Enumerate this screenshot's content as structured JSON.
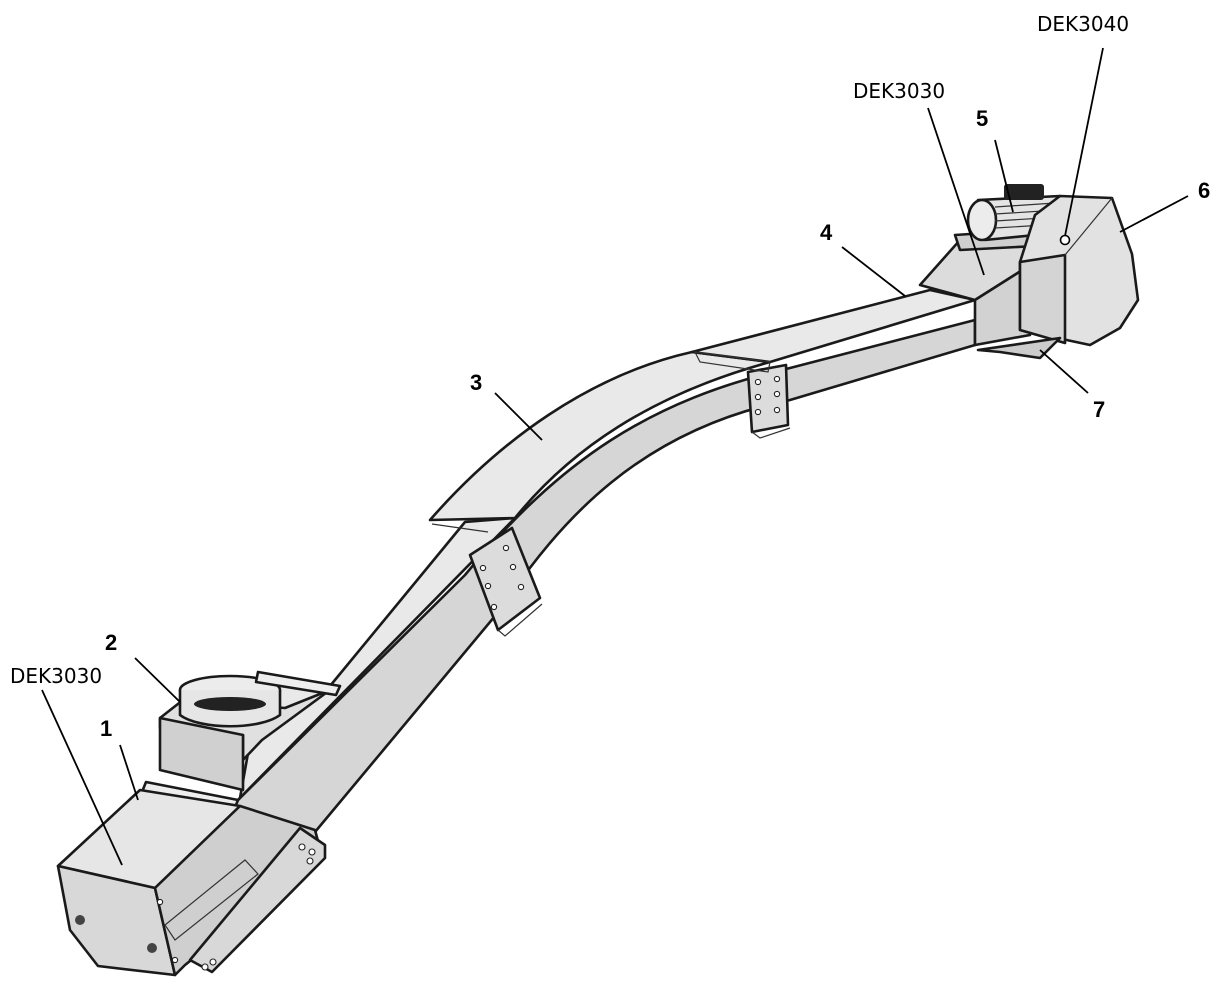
{
  "callouts": {
    "part_1": "1",
    "part_2": "2",
    "part_3": "3",
    "part_4": "4",
    "part_5": "5",
    "part_6": "6",
    "part_7": "7",
    "ref_tail": "DEK3030",
    "ref_neck": "DEK3030",
    "ref_head": "DEK3040"
  },
  "colors": {
    "body_top": "#e9e9e9",
    "body_side": "#d6d6d6",
    "body_dark": "#c4c4c4",
    "motor_cap": "#222222"
  }
}
